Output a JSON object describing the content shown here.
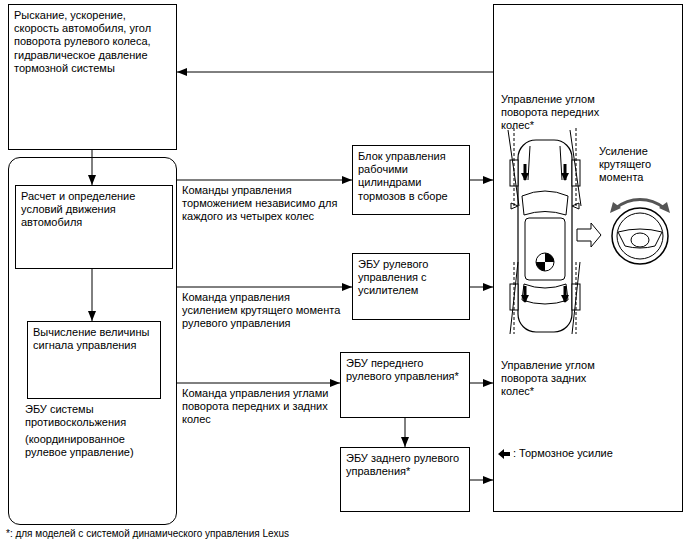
{
  "diagram": {
    "nodes": [
      {
        "text": [
          "Рыскание, ускорение, скорость автомобиля, угол поворота рулевого колеса, гидравлическое давление тормозной системы"
        ]
      },
      {
        "text": [
          "ЭБУ системы противоскольжения",
          "(координированное рулевое управление)"
        ]
      },
      {
        "text": [
          "Расчет и определение условий движения автомобиля"
        ],
        "in": 1
      },
      {
        "text": [
          "Вычисление величины сигнала управления"
        ],
        "in": 1
      },
      {
        "text": [
          "Блок управления рабочими цилиндрами тормозов в сборе"
        ]
      },
      {
        "text": [
          "ЭБУ рулевого управления с усилителем"
        ]
      },
      {
        "text": [
          "ЭБУ переднего рулевого управления*"
        ]
      },
      {
        "text": [
          "ЭБУ заднего рулевого управления*"
        ]
      },
      {
        "text": [
          "Управление углом поворота передних колес*",
          "Усиление крутящего момента",
          "Управление углом поворота задних колес*"
        ]
      }
    ],
    "edges": [
      {
        "from": 8,
        "to": 0,
        "arrow": "to"
      },
      {
        "from": 0,
        "to": 2,
        "arrow": "to"
      },
      {
        "from": 2,
        "to": 3,
        "arrow": "to"
      },
      {
        "from": 1,
        "to": 4,
        "label": "Команды управления торможением независимо для каждого из четырех колес",
        "arrow": "to"
      },
      {
        "from": 1,
        "to": 5,
        "label": "Команда управления усилением крутящего момента рулевого управления",
        "arrow": "to"
      },
      {
        "from": 1,
        "to": 6,
        "label": "Команда управления углами поворота передних и задних колес",
        "arrow": "to"
      },
      {
        "from": 6,
        "to": 7,
        "arrow": "to"
      },
      {
        "from": 4,
        "to": 8,
        "arrow": "to"
      },
      {
        "from": 5,
        "to": 8,
        "arrow": "to"
      },
      {
        "from": 6,
        "to": 8,
        "arrow": "to"
      },
      {
        "from": 7,
        "to": 8,
        "arrow": "to"
      }
    ],
    "labels": [
      "*: для моделей с системой динамического управления Lexus"
    ],
    "legend": [
      {
        "text": ": Тормозное усилие"
      }
    ]
  }
}
